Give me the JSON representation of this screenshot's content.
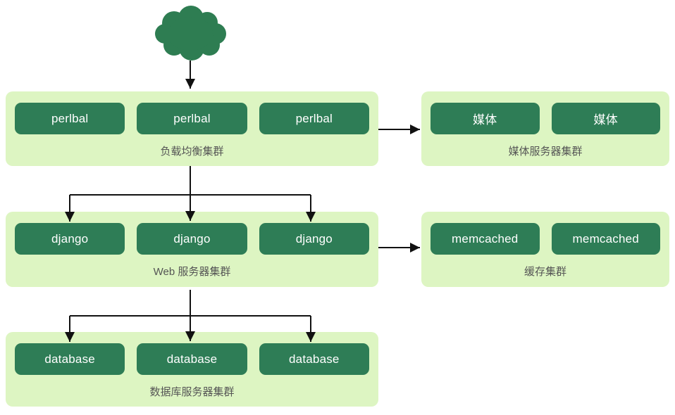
{
  "diagram": {
    "colors": {
      "cluster_bg": "#ddf5c2",
      "node_bg": "#2e7d56",
      "node_text": "#ffffff",
      "label_text": "#555555",
      "arrow": "#111111",
      "cloud": "#2e7d52"
    },
    "cloud": {
      "name": "internet-cloud"
    },
    "clusters": {
      "lb": {
        "label": "负载均衡集群",
        "nodes": [
          "perlbal",
          "perlbal",
          "perlbal"
        ]
      },
      "media": {
        "label": "媒体服务器集群",
        "nodes": [
          "媒体",
          "媒体"
        ]
      },
      "web": {
        "label": "Web 服务器集群",
        "nodes": [
          "django",
          "django",
          "django"
        ]
      },
      "cache": {
        "label": "缓存集群",
        "nodes": [
          "memcached",
          "memcached"
        ]
      },
      "db": {
        "label": "数据库服务器集群",
        "nodes": [
          "database",
          "database",
          "database"
        ]
      }
    }
  }
}
